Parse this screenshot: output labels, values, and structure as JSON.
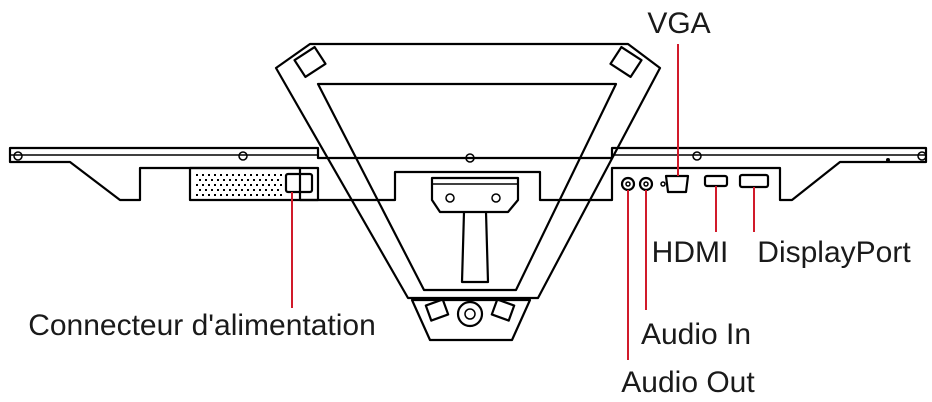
{
  "accent_color": "#d11a2a",
  "labels": {
    "vga": "VGA",
    "hdmi": "HDMI",
    "displayport": "DisplayPort",
    "audio_in": "Audio In",
    "audio_out": "Audio Out",
    "power": "Connecteur d'alimentation"
  }
}
